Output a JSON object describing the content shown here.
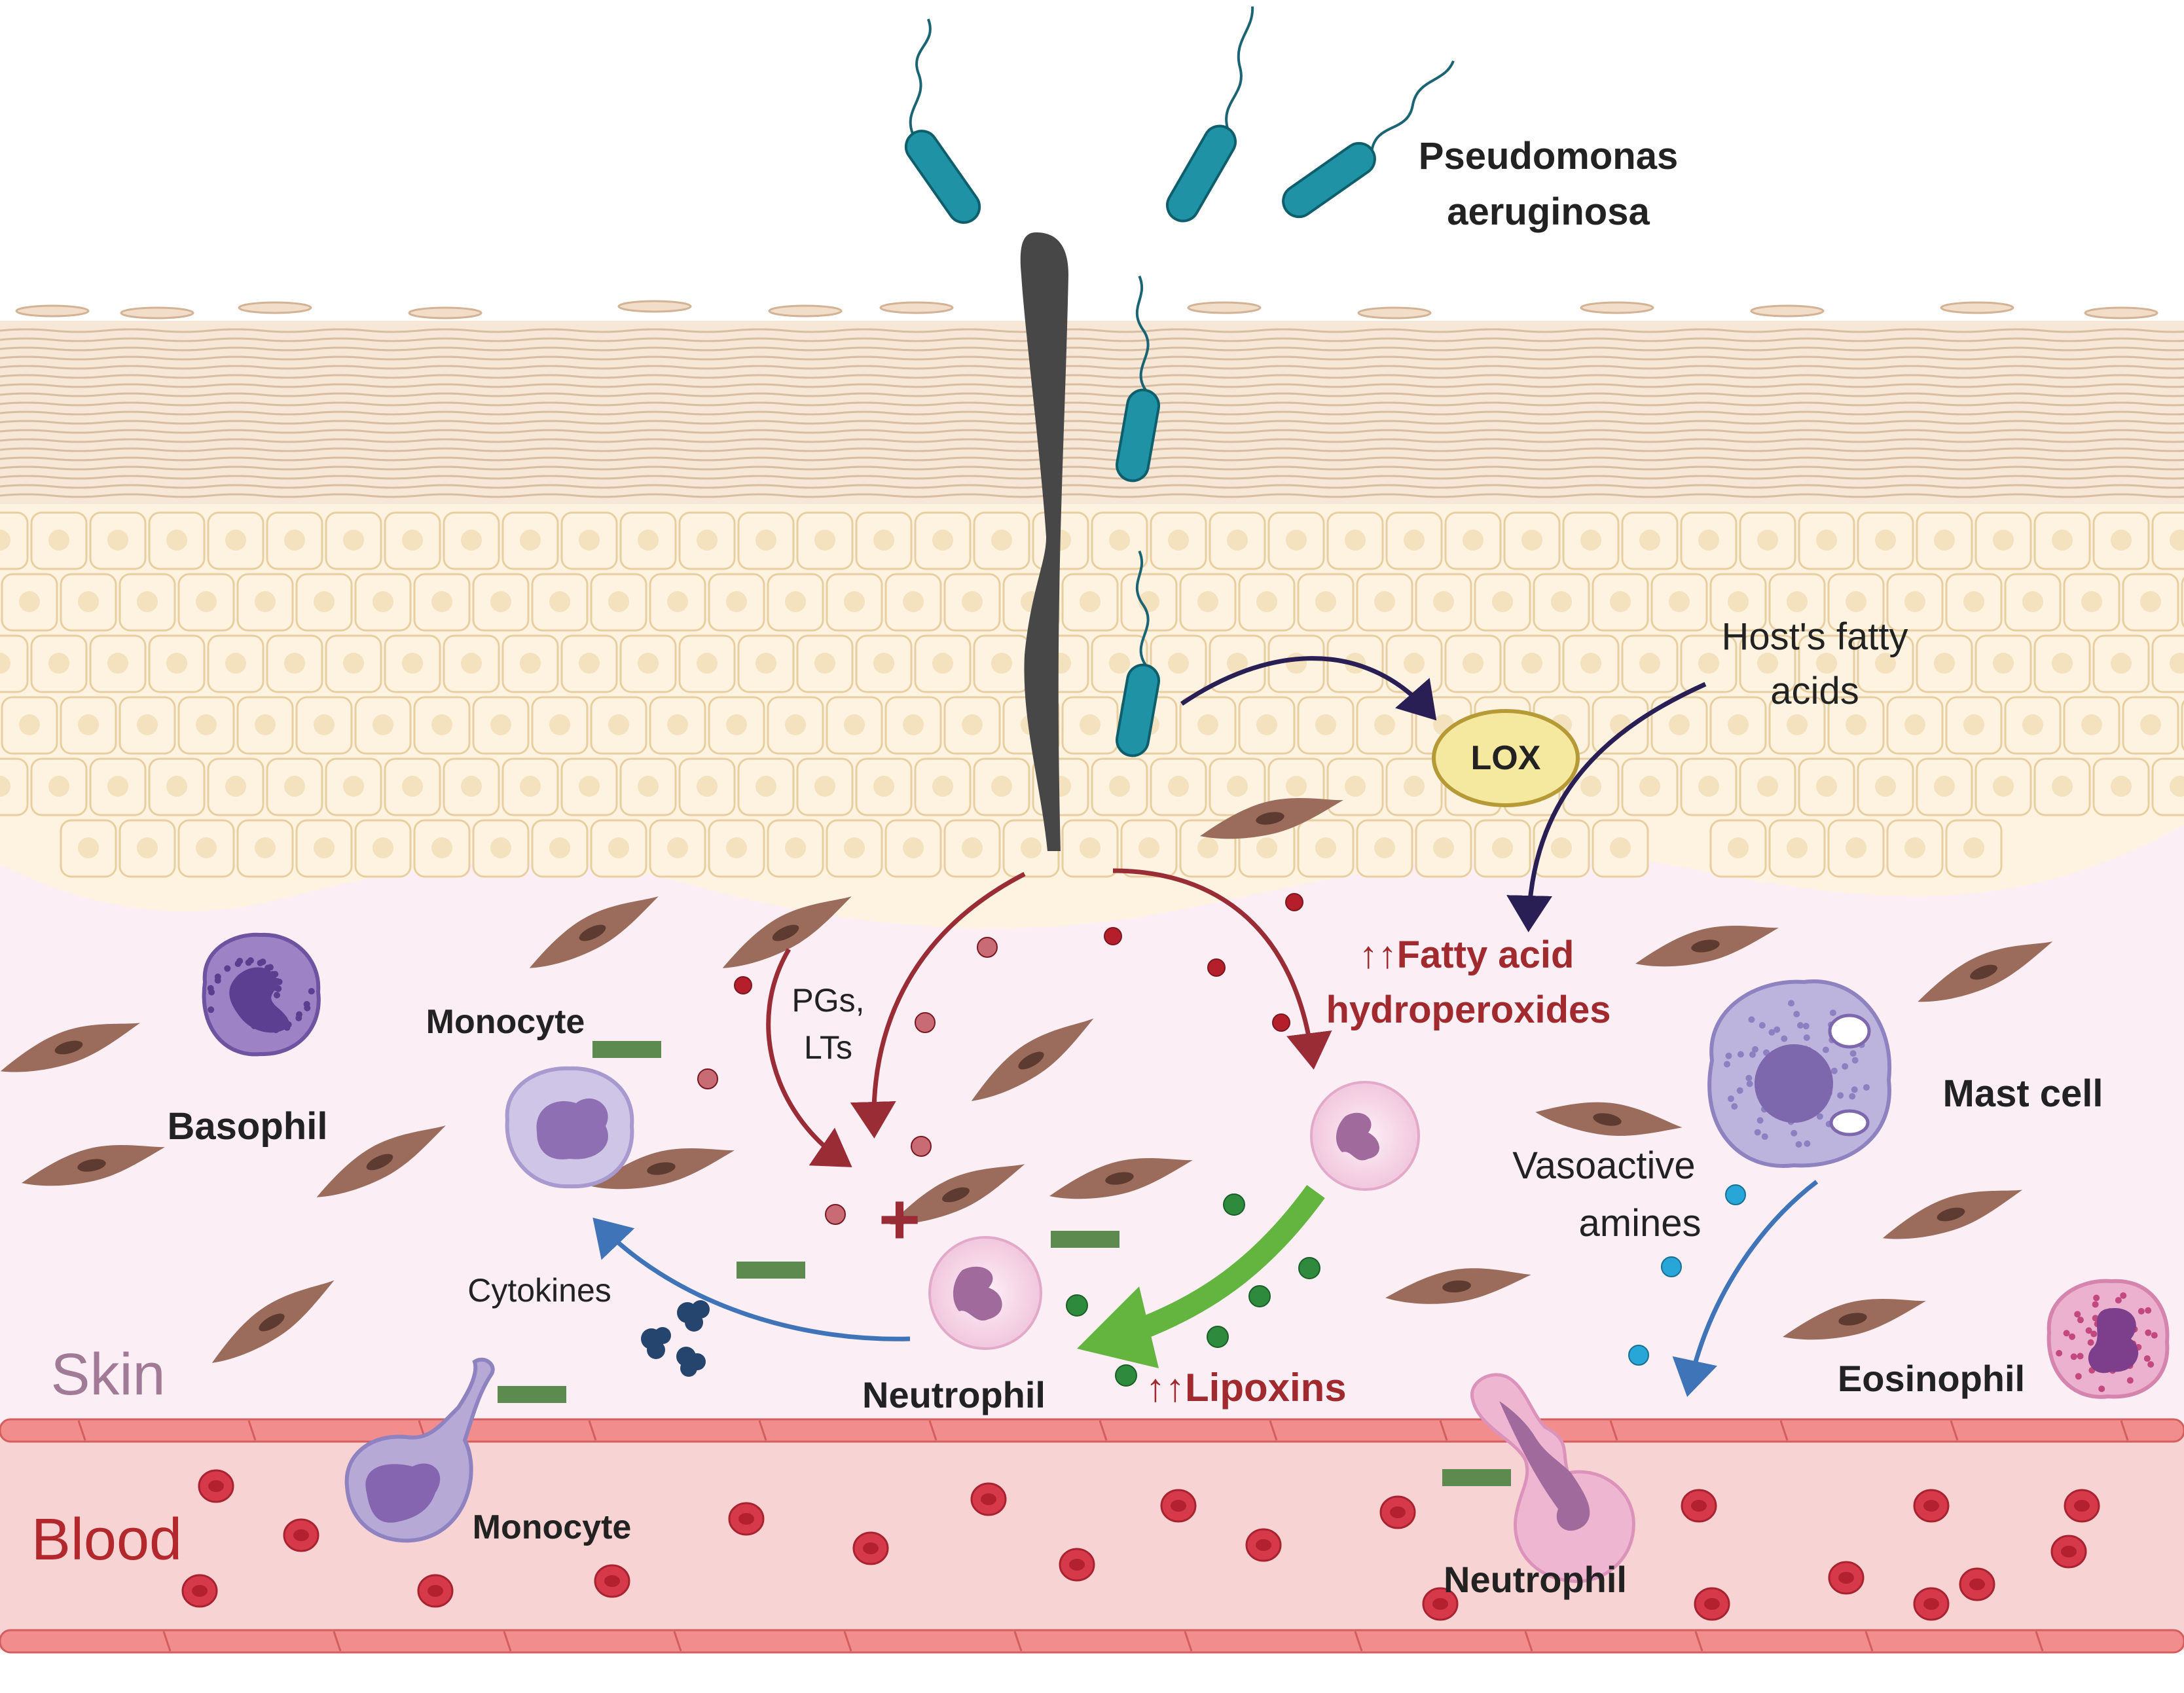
{
  "labels": {
    "bacteria": [
      "Pseudomonas",
      "aeruginosa"
    ],
    "host_fatty_acids": [
      "Host's fatty",
      "acids"
    ],
    "lox": "LOX",
    "fatty_acid_hydroperoxides": [
      "↑↑Fatty acid",
      "hydroperoxides"
    ],
    "pgs_lts": [
      "PGs,",
      "LTs"
    ],
    "monocyte_skin": "Monocyte",
    "basophil": "Basophil",
    "mast_cell": "Mast cell",
    "vasoactive_amines": [
      "Vasoactive",
      "amines"
    ],
    "cytokines": "Cytokines",
    "neutrophil_skin": "Neutrophil",
    "lipoxins": "↑↑Lipoxins",
    "eosinophil": "Eosinophil",
    "skin": "Skin",
    "blood": "Blood",
    "monocyte_blood": "Monocyte",
    "neutrophil_blood": "Neutrophil",
    "plus_sign": "+"
  },
  "colors": {
    "background": "#ffffff",
    "dermis": "#fbeff5",
    "epidermis_cell": "#fdf3e0",
    "epidermis_border": "#e8cf9f",
    "stratum_corneum": "#f1dcc8",
    "blood_vessel": "#f7c9c9",
    "vessel_wall": "#e97d7d",
    "bacterium": "#1f93a5",
    "hair": "#474747",
    "red_arrow": "#9a2c36",
    "navy_arrow": "#2a1f55",
    "blue_arrow": "#3f74b8",
    "green_arrow": "#63b53f",
    "inhibition_bar": "#5d8a4f",
    "lox_fill": "#f5e9a0",
    "lox_border": "#b69a36",
    "neutrophil": "#f3c6dc",
    "nucleus": "#a06a9d",
    "monocyte": "#c2b6dc",
    "basophil": "#8d6fb6",
    "mast_cell": "#b9b0dc",
    "eosinophil": "#e6a6c6",
    "rbc": "#d63a4a",
    "fibroblast": "#9b6c5b",
    "dark_text": "#222222",
    "red_text": "#a12a2f",
    "skin_label": "#a17a96",
    "blood_label": "#b3282c"
  }
}
